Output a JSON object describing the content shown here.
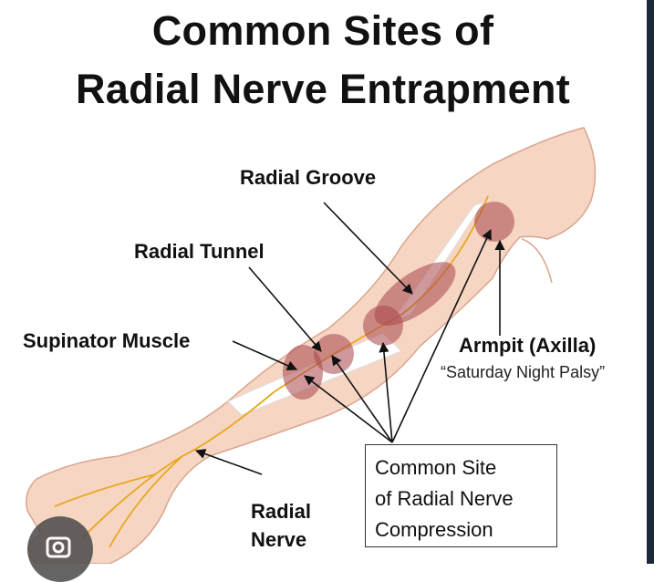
{
  "title": {
    "line1": "Common Sites of",
    "line2": "Radial Nerve Entrapment"
  },
  "labels": {
    "radial_groove": "Radial Groove",
    "radial_tunnel": "Radial Tunnel",
    "supinator_muscle": "Supinator Muscle",
    "armpit": "Armpit (Axilla)",
    "armpit_sub": "“Saturday Night Palsy”",
    "radial_nerve_1": "Radial",
    "radial_nerve_2": "Nerve"
  },
  "callout": {
    "line1": "Common Site",
    "line2": "of Radial Nerve",
    "line3": "Compression"
  },
  "colors": {
    "skin": "#f6d5c3",
    "skin_outline": "#d9a58e",
    "nerve": "#e8a820",
    "site": "#a8454a",
    "bone": "#ffffff"
  },
  "icons": {
    "lens": "visual-search-icon"
  }
}
